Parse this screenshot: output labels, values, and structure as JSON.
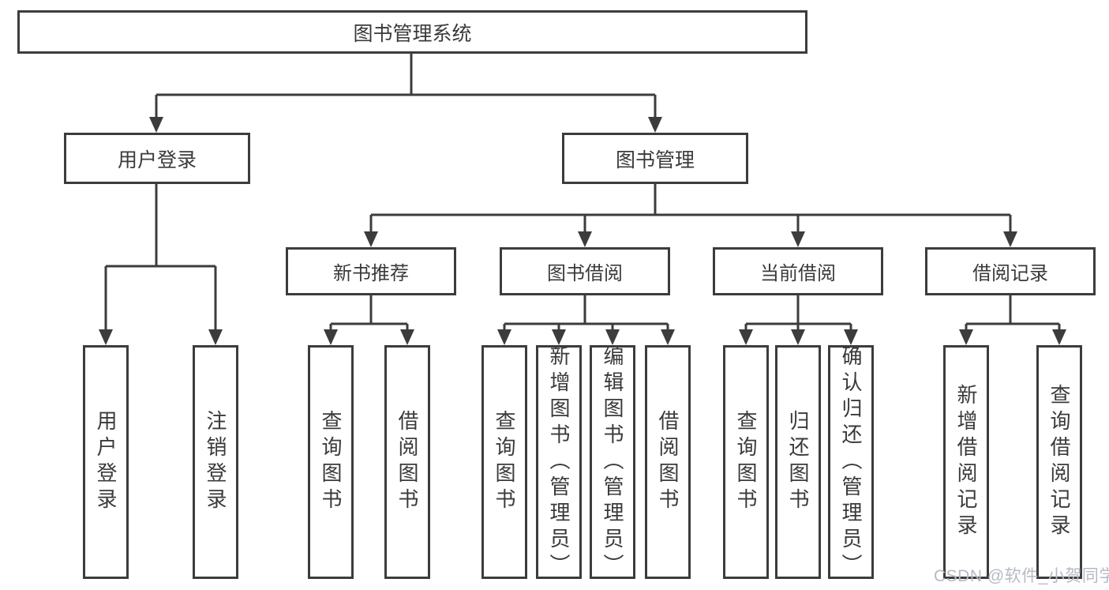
{
  "tree": {
    "label": "图书管理系统",
    "children": [
      {
        "label": "用户登录",
        "children": [
          {
            "label": "用户登录"
          },
          {
            "label": "注销登录"
          }
        ]
      },
      {
        "label": "图书管理",
        "children": [
          {
            "label": "新书推荐",
            "children": [
              {
                "label": "查询图书"
              },
              {
                "label": "借阅图书"
              }
            ]
          },
          {
            "label": "图书借阅",
            "children": [
              {
                "label": "查询图书"
              },
              {
                "label": "新增图书（管理员）"
              },
              {
                "label": "编辑图书（管理员）"
              },
              {
                "label": "借阅图书"
              }
            ]
          },
          {
            "label": "当前借阅",
            "children": [
              {
                "label": "查询图书"
              },
              {
                "label": "归还图书"
              },
              {
                "label": "确认归还（管理员）"
              }
            ]
          },
          {
            "label": "借阅记录",
            "children": [
              {
                "label": "新增借阅记录"
              },
              {
                "label": "查询借阅记录"
              }
            ]
          }
        ]
      }
    ]
  },
  "watermark": {
    "text": "CSDN @软件_小贺同学"
  },
  "colors": {
    "line": "#3c3c3c",
    "text": "#3a3a3a",
    "box_background": "#ffffff",
    "page_background": "#ffffff",
    "watermark": "#b6bbc1"
  }
}
